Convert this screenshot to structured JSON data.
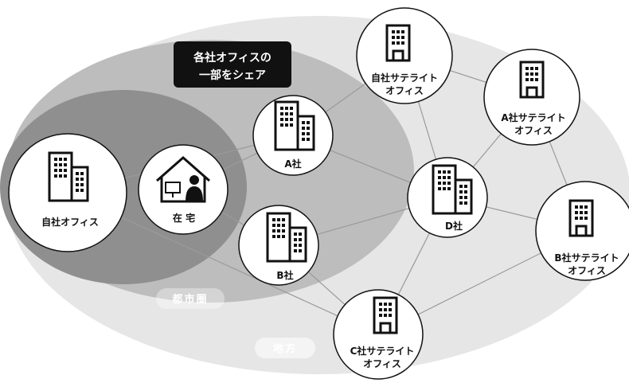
{
  "callout": {
    "line1": "各社オフィスの",
    "line2": "一部をシェア"
  },
  "regions": {
    "metro": "都市圏",
    "rural": "地方"
  },
  "nodes": {
    "own_office": "自社オフィス",
    "home": "在 宅",
    "company_a": "A社",
    "company_b": "B社",
    "company_d": "D社",
    "own_satellite_1": "自社サテライト",
    "own_satellite_2": "オフィス",
    "a_satellite_1": "A社サテライト",
    "a_satellite_2": "オフィス",
    "b_satellite_1": "B社サテライト",
    "b_satellite_2": "オフィス",
    "c_satellite_1": "C社サテライト",
    "c_satellite_2": "オフィス"
  },
  "colors": {
    "rural_zone": "#e6e6e6",
    "metro_zone": "#bdbdbd",
    "core_zone": "#8f8f8f",
    "callout_bg": "#111111",
    "icon": "#111111",
    "connector": "#9a9a9a"
  }
}
